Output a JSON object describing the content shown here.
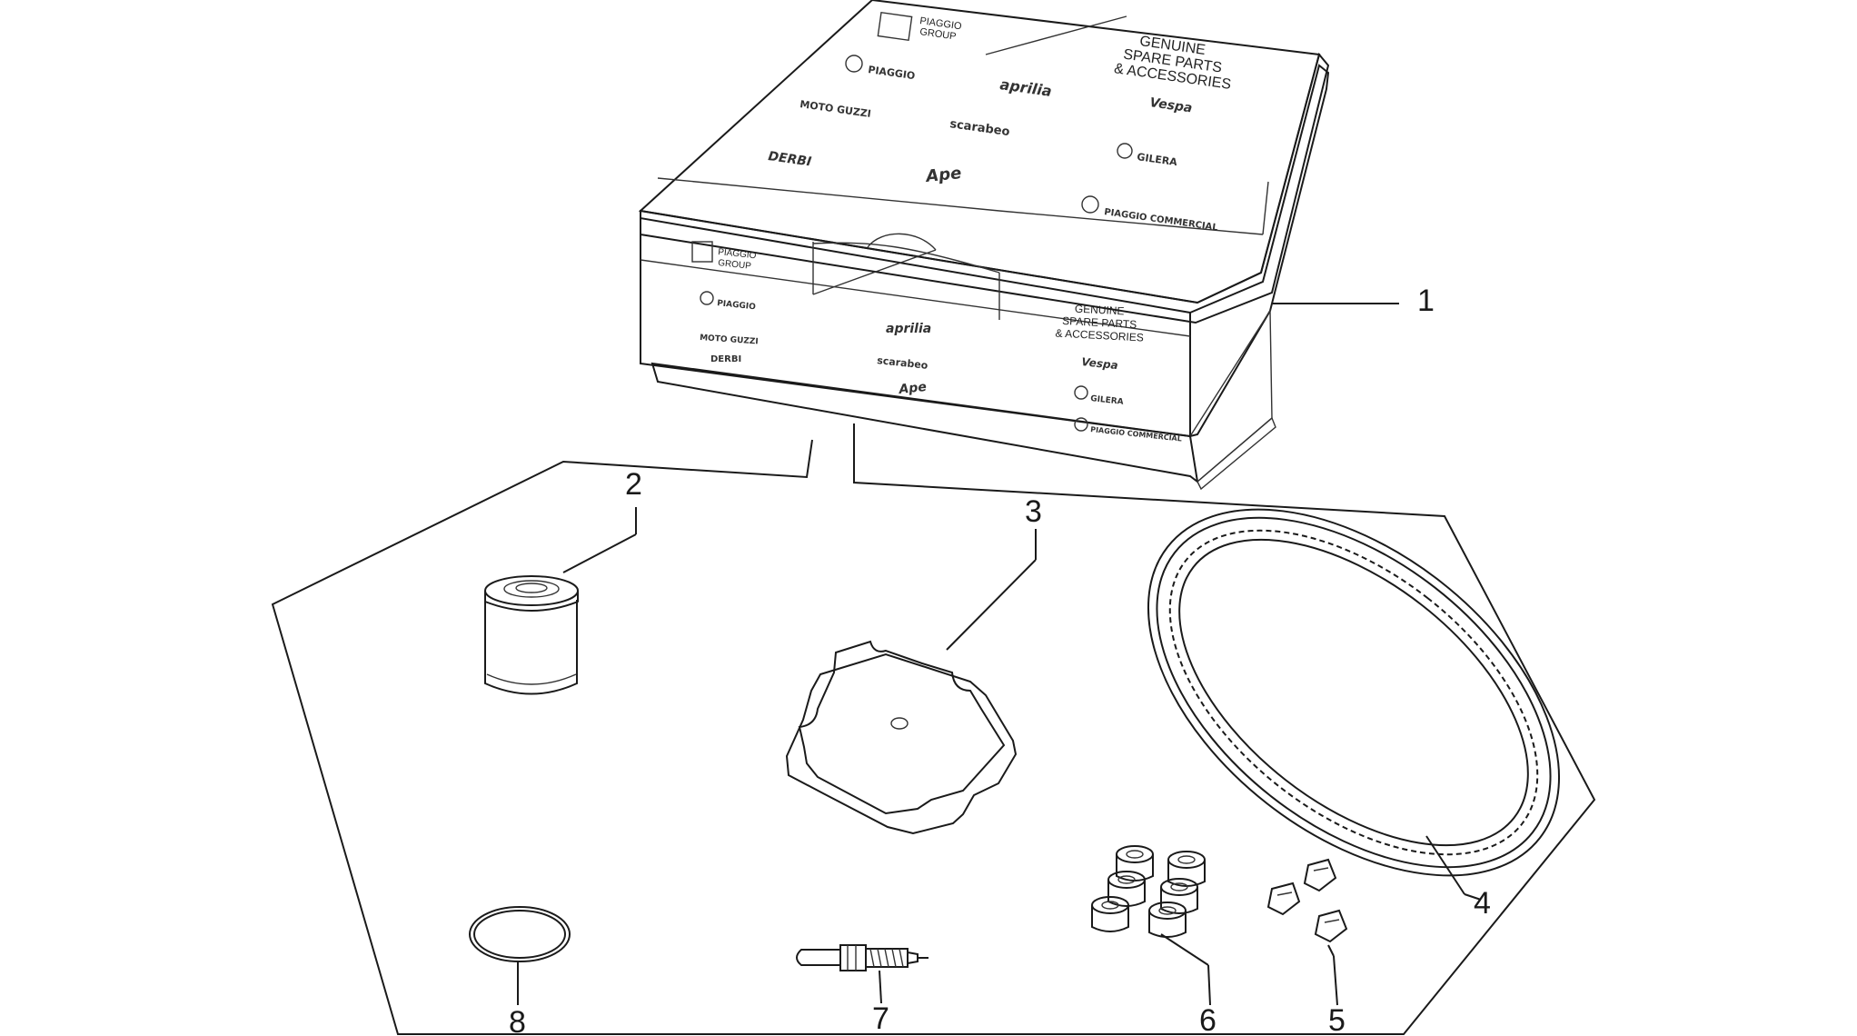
{
  "box": {
    "group_logo_line1": "PIAGGIO",
    "group_logo_line2": "GROUP",
    "title_line1": "GENUINE",
    "title_line2": "SPARE PARTS",
    "title_line3": "& ACCESSORIES",
    "brands": [
      "PIAGGIO",
      "aprilia",
      "Vespa",
      "MOTO GUZZI",
      "scarabeo",
      "GILERA",
      "DERBI",
      "Ape",
      "PIAGGIO COMMERCIAL"
    ]
  },
  "callouts": [
    {
      "id": "1",
      "label": "1"
    },
    {
      "id": "2",
      "label": "2"
    },
    {
      "id": "3",
      "label": "3"
    },
    {
      "id": "4",
      "label": "4"
    },
    {
      "id": "5",
      "label": "5"
    },
    {
      "id": "6",
      "label": "6"
    },
    {
      "id": "7",
      "label": "7"
    },
    {
      "id": "8",
      "label": "8"
    }
  ]
}
